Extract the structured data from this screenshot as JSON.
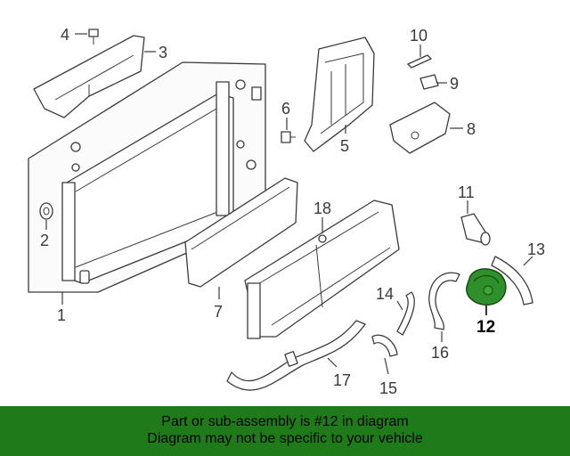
{
  "callouts": {
    "c1": "1",
    "c2": "2",
    "c3": "3",
    "c4": "4",
    "c5": "5",
    "c6": "6",
    "c7": "7",
    "c8": "8",
    "c9": "9",
    "c10": "10",
    "c11": "11",
    "c12": "12",
    "c13": "13",
    "c14": "14",
    "c15": "15",
    "c16": "16",
    "c17": "17",
    "c18": "18"
  },
  "highlight": {
    "color": "#2f8f2a",
    "banner_color": "#1f7a1a"
  },
  "banner": {
    "line1": "Part or sub-assembly is #12 in diagram",
    "line2": "Diagram may not be specific to your vehicle"
  }
}
